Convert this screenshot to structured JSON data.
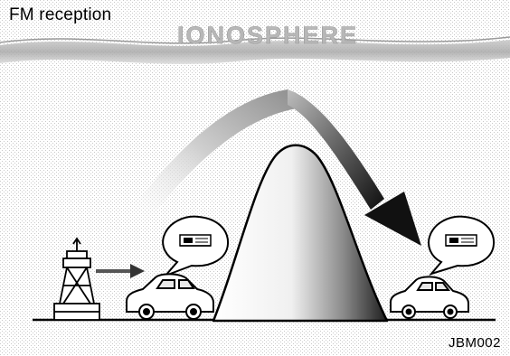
{
  "diagram": {
    "title": "FM reception",
    "layer_label": "IONOSPHERE",
    "figure_code": "JBM002"
  },
  "colors": {
    "ink": "#000000",
    "background": "#ffffff",
    "dither": "#d8d8d8",
    "layer_band": "#b4b4b4",
    "layer_text": "#bdbdbd",
    "arrow_dark": "#111111",
    "mountain_dark": "#222222"
  },
  "icons": [
    "radio-tower-icon",
    "car-icon",
    "radio-speech-bubble-icon",
    "mountain-icon",
    "signal-arrow-icon"
  ]
}
